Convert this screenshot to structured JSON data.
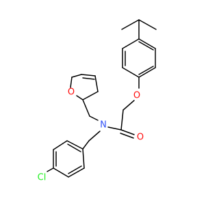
{
  "atoms": {
    "O_ring": {
      "symbol": "O",
      "color": "#ff0d0d"
    },
    "O_ether": {
      "symbol": "O",
      "color": "#ff0d0d"
    },
    "O_carbonyl": {
      "symbol": "O",
      "color": "#ff0d0d"
    },
    "N_amide": {
      "symbol": "N",
      "color": "#3050f8"
    },
    "Cl": {
      "symbol": "Cl",
      "color": "#1ff01f"
    }
  }
}
